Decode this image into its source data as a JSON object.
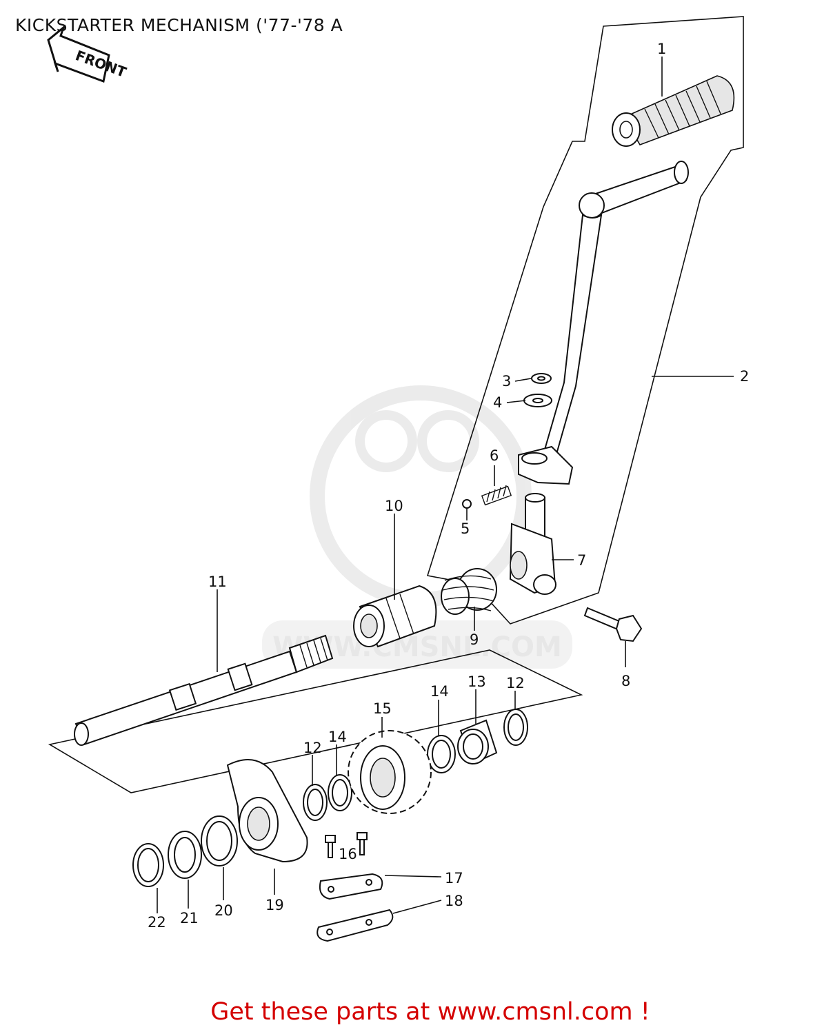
{
  "title": "KICKSTARTER MECHANISM ('77-'78 A",
  "footer": "Get these parts at www.cmsnl.com !",
  "watermark": "WWW.CMSNL.COM",
  "front_badge": "FRONT",
  "callouts": {
    "p1": "1",
    "p2": "2",
    "p3": "3",
    "p4": "4",
    "p5": "5",
    "p6": "6",
    "p7": "7",
    "p8": "8",
    "p9": "9",
    "p10": "10",
    "p11": "11",
    "p12a": "12",
    "p12b": "12",
    "p13": "13",
    "p14a": "14",
    "p14b": "14",
    "p15": "15",
    "p16": "16",
    "p17": "17",
    "p18": "18",
    "p19": "19",
    "p20": "20",
    "p21": "21",
    "p22": "22"
  },
  "colors": {
    "ink": "#111111",
    "footer": "#d40000",
    "watermark": "#dcdcdc"
  }
}
